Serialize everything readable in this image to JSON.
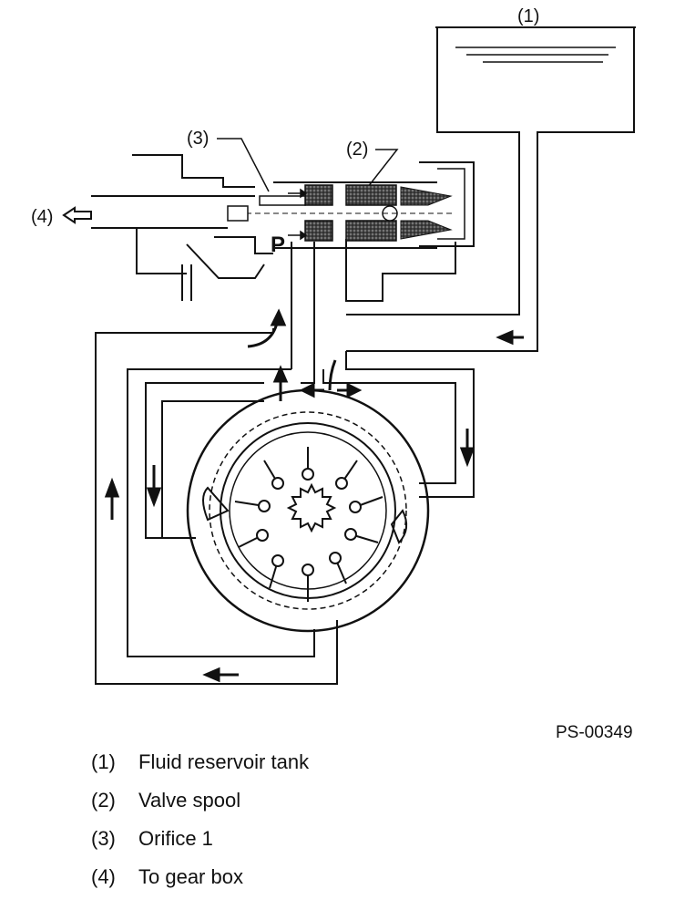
{
  "figure_id": "PS-00349",
  "callouts": {
    "c1": "(1)",
    "c2": "(2)",
    "c3": "(3)",
    "c4": "(4)",
    "pressure": "P"
  },
  "legend": [
    {
      "num": "(1)",
      "text": "Fluid reservoir tank"
    },
    {
      "num": "(2)",
      "text": "Valve spool"
    },
    {
      "num": "(3)",
      "text": "Orifice 1"
    },
    {
      "num": "(4)",
      "text": "To gear box"
    }
  ]
}
